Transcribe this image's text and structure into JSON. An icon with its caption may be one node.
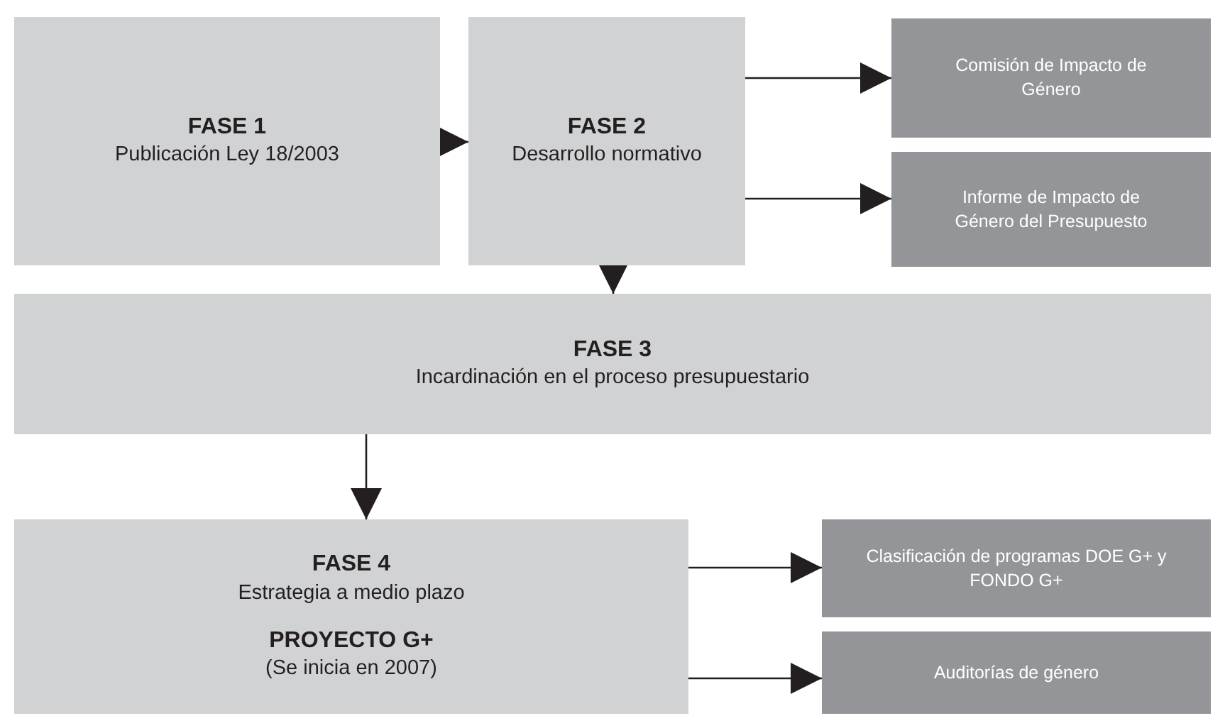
{
  "diagram": {
    "nodes": [
      {
        "text": [
          "FASE 1",
          "Publicación Ley 18/2003"
        ]
      },
      {
        "text": [
          "FASE 2",
          "Desarrollo normativo"
        ]
      },
      {
        "text": [
          "Comisión de Impacto de Género"
        ]
      },
      {
        "text": [
          "Informe de Impacto de Género del Presupuesto"
        ]
      },
      {
        "text": [
          "FASE 3",
          "Incardinación en el proceso presupuestario"
        ]
      },
      {
        "text": [
          "FASE 4",
          "Estrategia a medio plazo",
          "PROYECTO G+",
          "(Se inicia en 2007)"
        ]
      },
      {
        "text": [
          "Clasificación de programas DOE G+ y FONDO G+"
        ]
      },
      {
        "text": [
          "Auditorías de género"
        ]
      }
    ],
    "edges": [
      {
        "from": 0,
        "to": 1,
        "arrow": "to"
      },
      {
        "from": 1,
        "to": 2,
        "arrow": "to"
      },
      {
        "from": 1,
        "to": 3,
        "arrow": "to"
      },
      {
        "from": 1,
        "to": 4,
        "arrow": "to"
      },
      {
        "from": 4,
        "to": 5,
        "arrow": "to"
      },
      {
        "from": 5,
        "to": 6,
        "arrow": "to"
      },
      {
        "from": 5,
        "to": 7,
        "arrow": "to"
      }
    ]
  }
}
